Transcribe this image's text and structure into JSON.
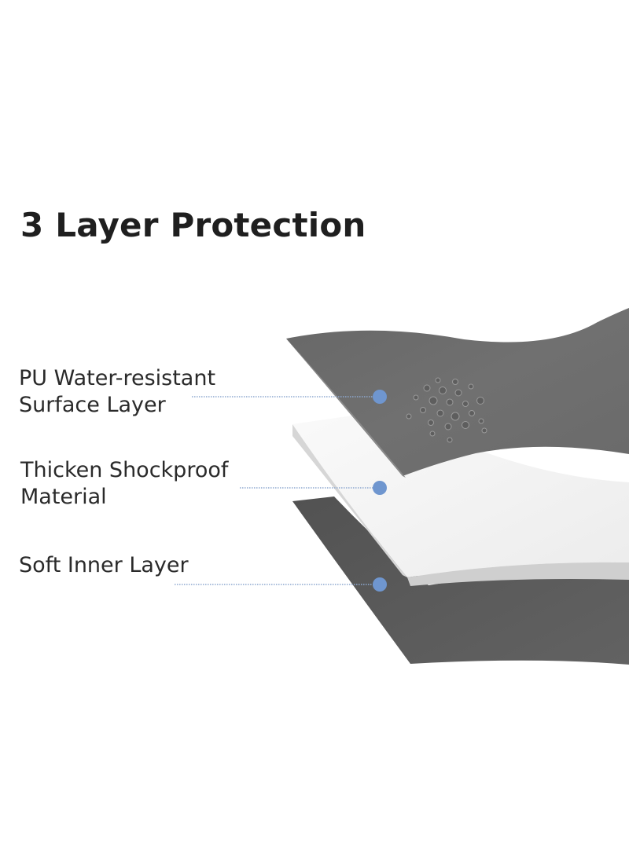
{
  "title": "3 Layer Protection",
  "layers": [
    {
      "line1": "PU Water-resistant",
      "line2": "Surface Layer"
    },
    {
      "line1": "Thicken Shockproof",
      "line2": "Material"
    },
    {
      "line1": "Soft Inner Layer",
      "line2": ""
    }
  ],
  "colors": {
    "surface_layer": "#6e6e6e",
    "foam_layer": "#efefef",
    "inner_layer": "#5a5a5a",
    "marker_dot": "#6f96cf",
    "leader_line": "#8da8cf"
  }
}
